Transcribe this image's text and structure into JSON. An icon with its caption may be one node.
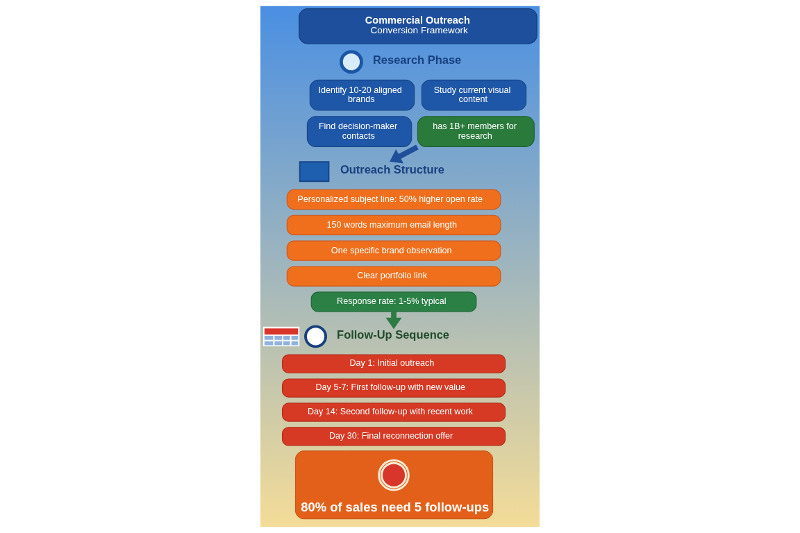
{
  "diagram": {
    "nodes": [
      {
        "text": [
          "Commercial Outreach",
          "Conversion Framework"
        ]
      },
      {
        "text": [],
        "shape": "circle"
      },
      {
        "text": [
          "Identify 10-20 aligned brands"
        ]
      },
      {
        "text": [
          "Study current visual content"
        ]
      },
      {
        "text": [
          "Find decision-maker contacts"
        ]
      },
      {
        "text": [
          "has 1B+ members for research"
        ]
      },
      {
        "text": [],
        "shape": "box"
      },
      {
        "text": [
          "Outreach Structure"
        ]
      },
      {
        "text": [
          "Personalized subject line: 50% higher open rate"
        ]
      },
      {
        "text": [
          "150 words maximum email length"
        ]
      },
      {
        "text": [
          "One specific brand observation"
        ]
      },
      {
        "text": [
          "Clear portfolio link"
        ]
      },
      {
        "text": [
          "Response rate: 1-5% typical"
        ]
      },
      {
        "text": [],
        "shape": "picture"
      },
      {
        "text": [],
        "shape": "circle"
      },
      {
        "text": [
          "Follow-Up Sequence"
        ]
      },
      {
        "text": [
          "Day 1: Initial outreach"
        ]
      },
      {
        "text": [
          "Day 5-7: First follow-up with new value"
        ]
      },
      {
        "text": [
          "Day 14: Second follow-up with recent work"
        ]
      },
      {
        "text": [
          "Day 30: Final reconnection offer"
        ]
      },
      {
        "text": [
          "80% of sales need 5 follow-ups"
        ]
      },
      {
        "text": [],
        "shape": "picture",
        "in": 20
      }
    ],
    "edges": [
      {
        "from": 5,
        "to": 7,
        "arrow": "to",
        "color": "#1f4f9a"
      },
      {
        "from": 12,
        "to": 15,
        "arrow": "to",
        "color": "#2f7a45"
      }
    ],
    "labels": [
      "Research Phase"
    ]
  }
}
